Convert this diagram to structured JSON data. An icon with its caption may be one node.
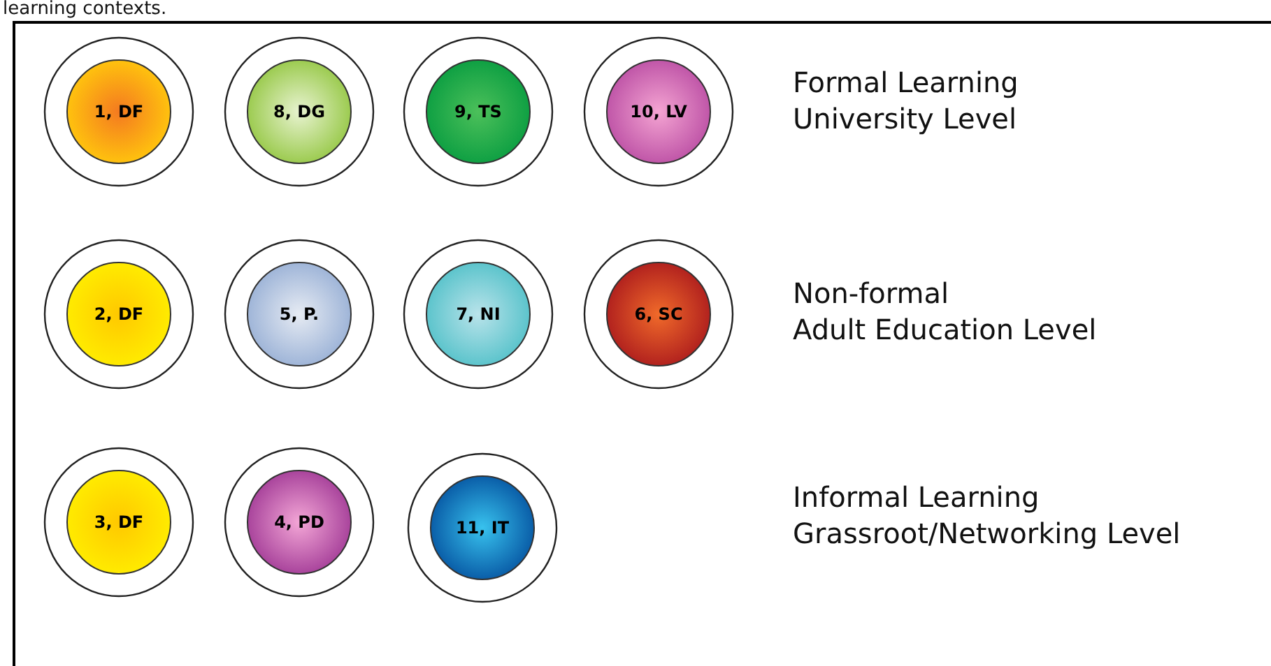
{
  "diagram": {
    "nodes": [
      {
        "text": [
          "1, DF"
        ]
      },
      {
        "text": [
          "8, DG"
        ]
      },
      {
        "text": [
          "9, TS"
        ]
      },
      {
        "text": [
          "10, LV"
        ]
      },
      {
        "text": [
          "2, DF"
        ]
      },
      {
        "text": [
          "5, P."
        ]
      },
      {
        "text": [
          "7, NI"
        ]
      },
      {
        "text": [
          "6, SC"
        ]
      },
      {
        "text": [
          "3, DF"
        ]
      },
      {
        "text": [
          "4, PD"
        ]
      },
      {
        "text": [
          "11, IT"
        ]
      }
    ],
    "edges": [],
    "labels": [
      "learning contexts.",
      "Formal Learning",
      "University Level",
      "Non-formal",
      "Adult Education Level",
      "Informal Learning",
      "Grassroot/Networking Level"
    ]
  }
}
